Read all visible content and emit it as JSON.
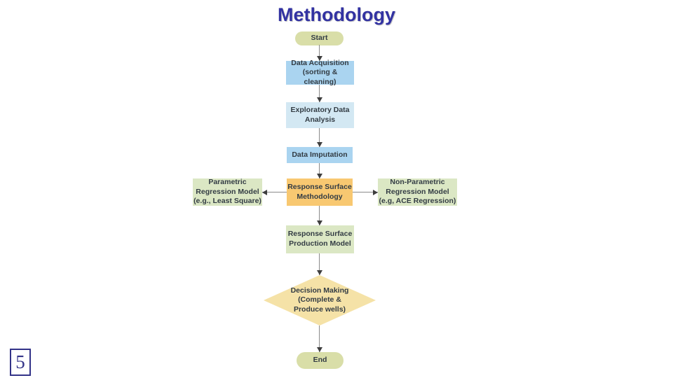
{
  "slide": {
    "title": "Methodology",
    "page_number": "5"
  },
  "colors": {
    "title_text": "#3232a2",
    "node_text": "#333c44",
    "terminator_fill": "#d9dea8",
    "process_blue": "#aad4f0",
    "process_light_blue": "#d3e8f3",
    "process_green": "#dbe7c4",
    "process_orange": "#f8c871",
    "decision_fill": "#f5e2a7",
    "arrow_stem": "#8a8a8a",
    "arrow_head": "#3e3e3e",
    "page_number": "#333388",
    "background": "#ffffff"
  },
  "flowchart": {
    "nodes": {
      "start": {
        "label": "Start",
        "shape": "terminator"
      },
      "data_acquisition": {
        "label": "Data Acquisition\n(sorting & cleaning)",
        "shape": "process"
      },
      "exploratory_data_analysis": {
        "label": "Exploratory Data\nAnalysis",
        "shape": "process"
      },
      "data_imputation": {
        "label": "Data Imputation",
        "shape": "process"
      },
      "parametric_regression": {
        "label": "Parametric\nRegression Model\n(e.g., Least Square)",
        "shape": "process"
      },
      "response_surface_methodology": {
        "label": "Response Surface\nMethodology",
        "shape": "process"
      },
      "non_parametric_regression": {
        "label": "Non-Parametric\nRegression Model\n(e.g, ACE Regression)",
        "shape": "process"
      },
      "response_surface_production_model": {
        "label": "Response Surface\nProduction Model",
        "shape": "process"
      },
      "decision_making": {
        "label": "Decision Making\n(Complete &\nProduce wells)",
        "shape": "decision"
      },
      "end": {
        "label": "End",
        "shape": "terminator"
      }
    },
    "edges": [
      "start -> data_acquisition",
      "data_acquisition -> exploratory_data_analysis",
      "exploratory_data_analysis -> data_imputation",
      "data_imputation -> response_surface_methodology",
      "response_surface_methodology -> parametric_regression",
      "response_surface_methodology -> non_parametric_regression",
      "response_surface_methodology -> response_surface_production_model",
      "response_surface_production_model -> decision_making",
      "decision_making -> end"
    ]
  }
}
